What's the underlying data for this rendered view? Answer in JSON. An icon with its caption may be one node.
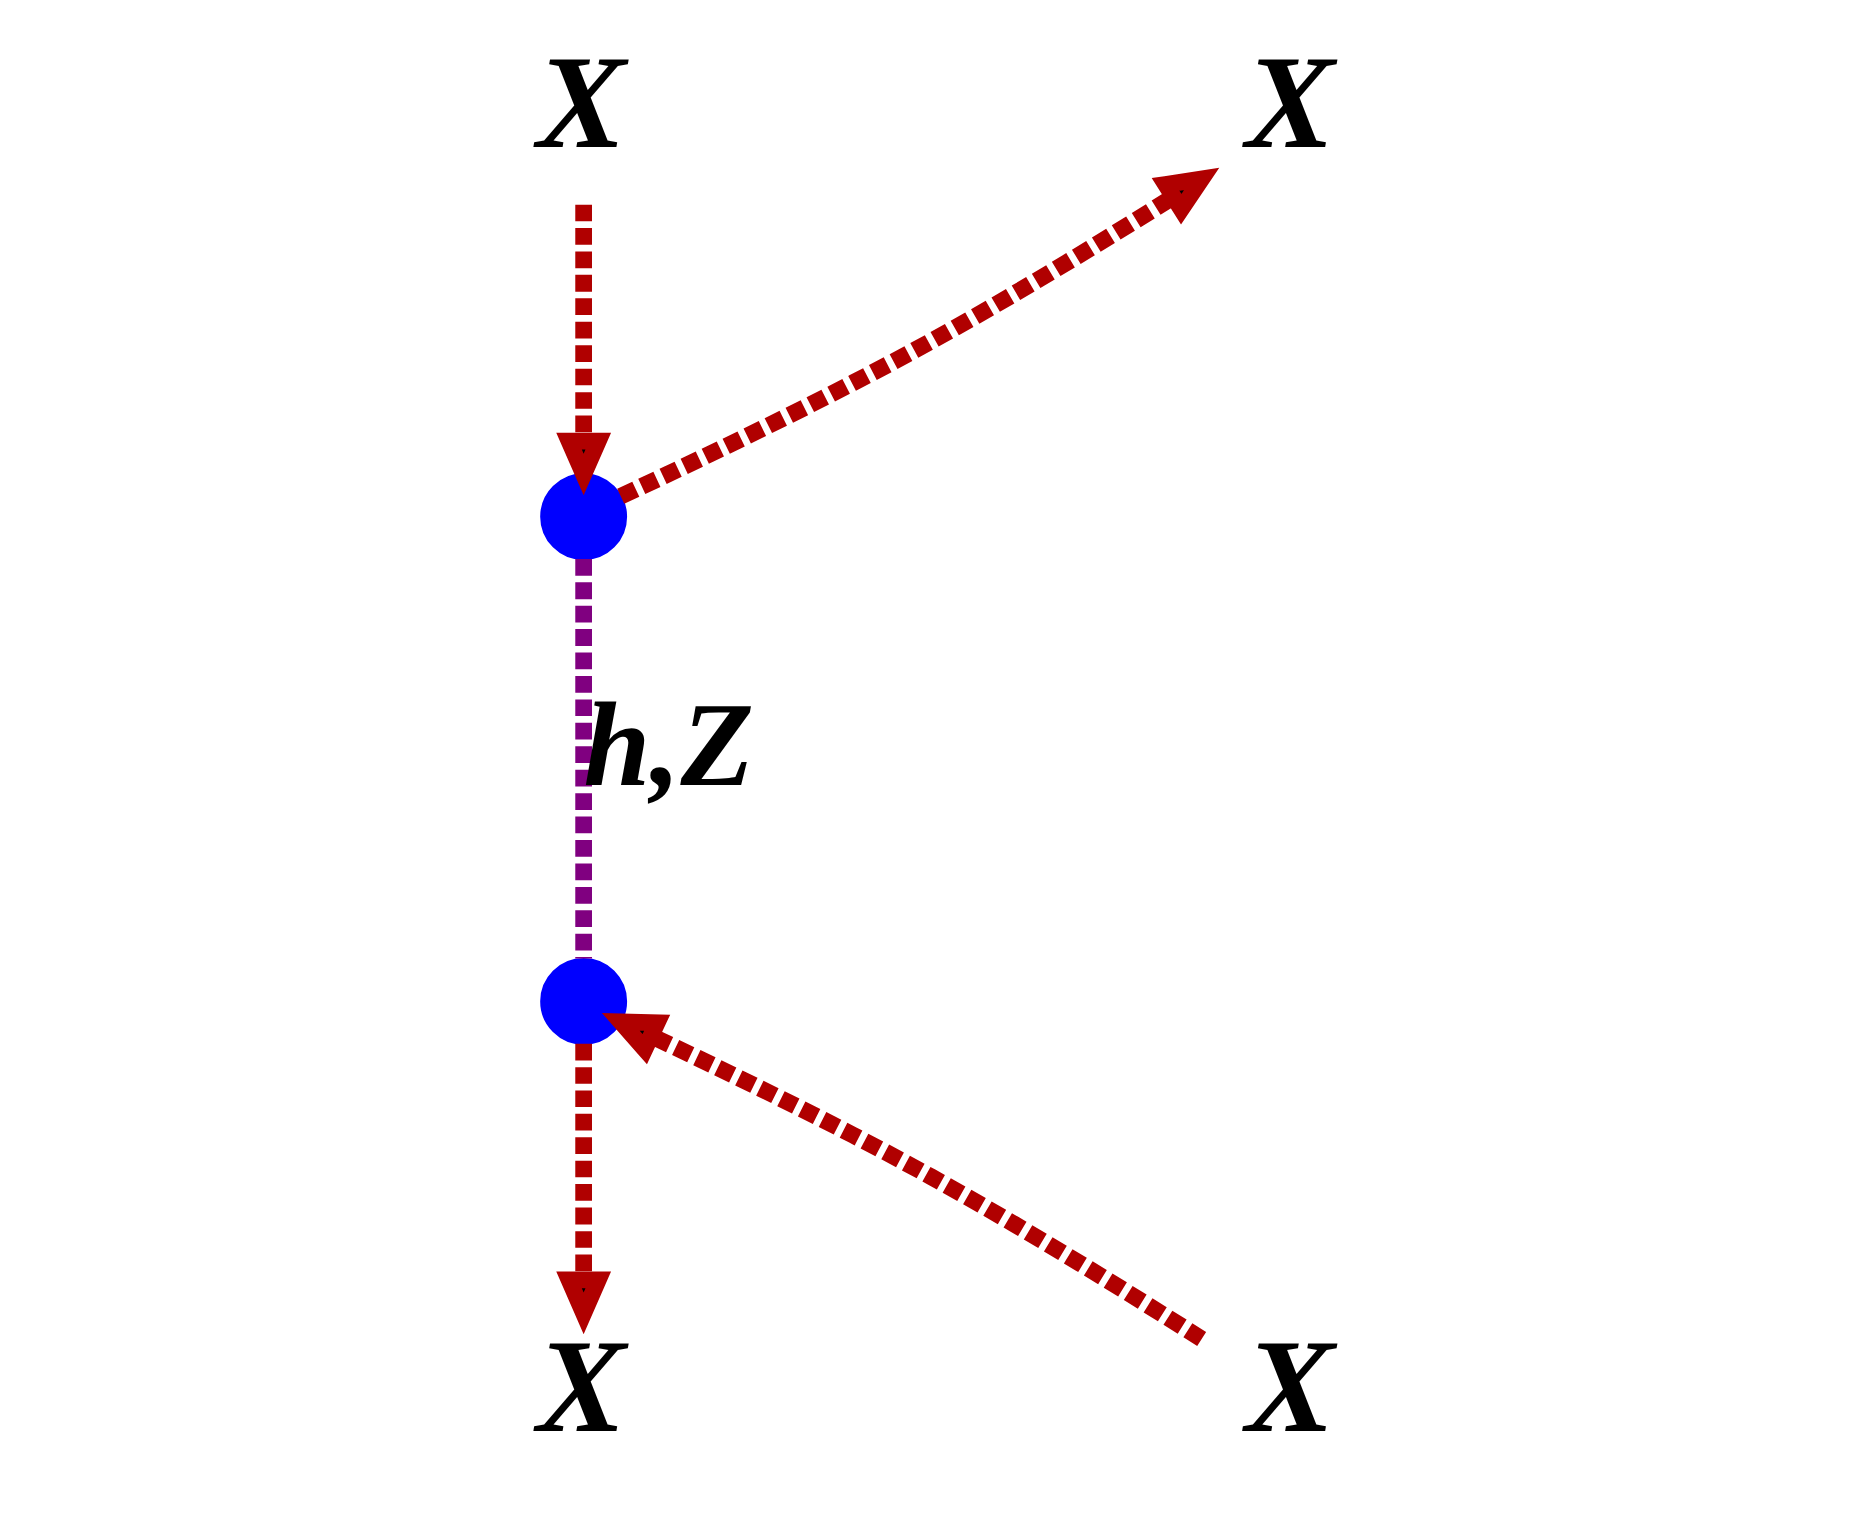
{
  "diagram": {
    "nodes": [
      {
        "text": [
          "X"
        ]
      },
      {
        "text": [
          "X"
        ]
      },
      {
        "text": [],
        "shape": "circle"
      },
      {
        "text": [],
        "shape": "circle"
      },
      {
        "text": [
          "X"
        ]
      },
      {
        "text": [
          "X"
        ]
      }
    ],
    "edges": [
      {
        "from": 0,
        "to": 2,
        "arrow": "to",
        "style": "dashed"
      },
      {
        "from": 2,
        "to": 1,
        "arrow": "to",
        "style": "dashed"
      },
      {
        "from": 2,
        "to": 3,
        "arrow": "none",
        "style": "dashed",
        "color": "#800080",
        "label": "h,Z"
      },
      {
        "from": 4,
        "to": 3,
        "arrow": "to",
        "style": "dashed"
      },
      {
        "from": 3,
        "to": 5,
        "arrow": "to",
        "style": "dashed"
      }
    ]
  }
}
